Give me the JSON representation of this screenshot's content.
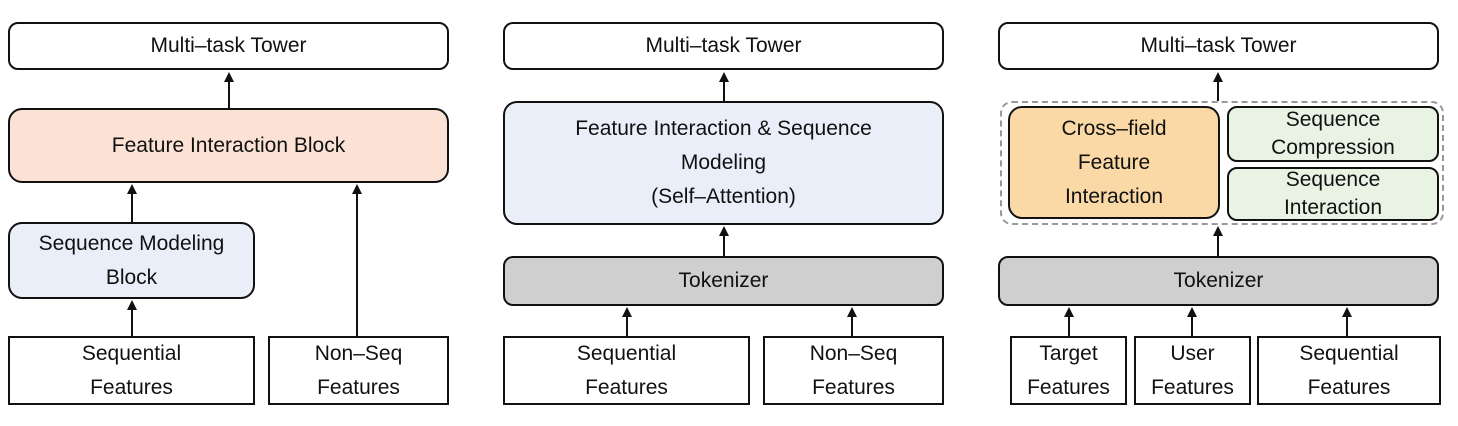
{
  "panel1": {
    "tower": "Multi–task Tower",
    "interaction": "Feature Interaction Block",
    "seq_model": [
      "Sequence Modeling",
      "Block"
    ],
    "seq_features": [
      "Sequential",
      "Features"
    ],
    "nonseq_features": [
      "Non–Seq",
      "Features"
    ]
  },
  "panel2": {
    "tower": "Multi–task Tower",
    "interaction": [
      "Feature Interaction & Sequence",
      "Modeling",
      "(Self–Attention)"
    ],
    "tokenizer": "Tokenizer",
    "seq_features": [
      "Sequential",
      "Features"
    ],
    "nonseq_features": [
      "Non–Seq",
      "Features"
    ]
  },
  "panel3": {
    "tower": "Multi–task Tower",
    "cross_field": [
      "Cross–field",
      "Feature",
      "Interaction"
    ],
    "seq_compression": [
      "Sequence",
      "Compression"
    ],
    "seq_interaction": [
      "Sequence",
      "Interaction"
    ],
    "tokenizer": "Tokenizer",
    "target_features": [
      "Target",
      "Features"
    ],
    "user_features": [
      "User",
      "Features"
    ],
    "seq_features": [
      "Sequential",
      "Features"
    ]
  },
  "colors": {
    "peach": "#fbe2d4",
    "light_blue": "#e9eef8",
    "gray": "#cfcfcf",
    "orange": "#fbd9a7",
    "light_green": "#e9f3e4"
  }
}
